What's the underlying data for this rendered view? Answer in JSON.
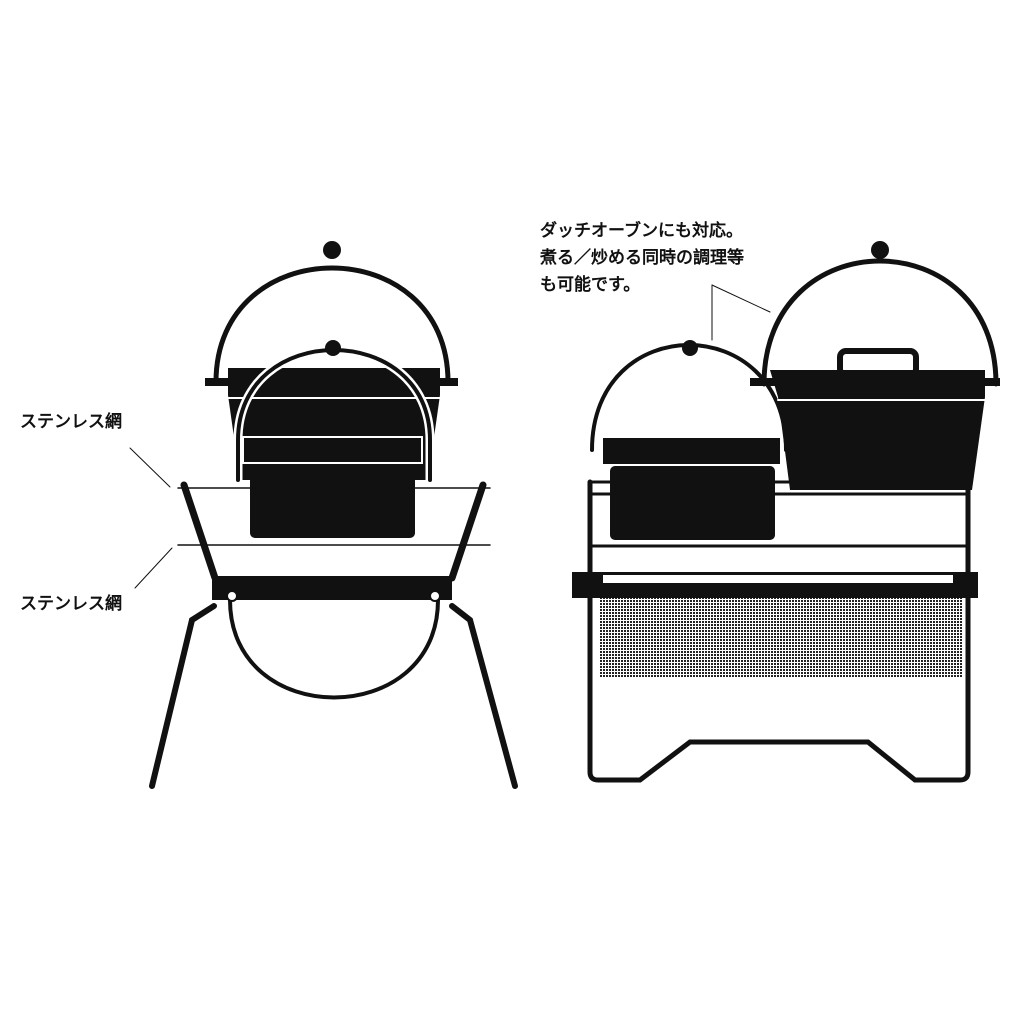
{
  "left_figure": {
    "labels": [
      "ステンレス網",
      "ステンレス網"
    ]
  },
  "right_figure": {
    "note_lines": [
      "ダッチオーブンにも対応。",
      "煮る／炒める同時の調理等",
      "も可能です。"
    ]
  },
  "colors": {
    "ink": "#111111",
    "background": "#ffffff"
  }
}
